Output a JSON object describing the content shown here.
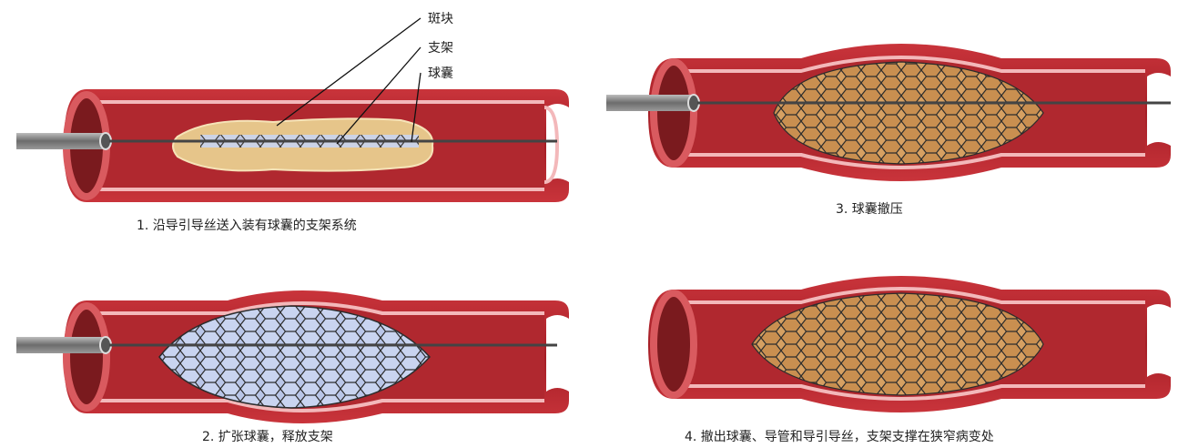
{
  "panels": [
    {
      "step": "1",
      "caption": "1. 沿导引导丝送入装有球囊的支架系统",
      "stage": "delivery"
    },
    {
      "step": "2",
      "caption": "2. 扩张球囊，释放支架",
      "stage": "balloon-expansion"
    },
    {
      "step": "3",
      "caption": "3. 球囊撤压",
      "stage": "balloon-deflation"
    },
    {
      "step": "4",
      "caption": "4. 撤出球囊、导管和导引导丝，支架支撑在狭窄病变处",
      "stage": "stent-remains"
    }
  ],
  "callouts": {
    "plaque": "斑块",
    "stent": "支架",
    "balloon": "球囊"
  },
  "colors": {
    "vessel_outer": "#b8242c",
    "vessel_inner": "#d95a5f",
    "vessel_highlight": "#f3b8ba",
    "lumen": "#7a1a1e",
    "plaque": "#e6c58a",
    "stent_mesh": "#2c2c2c",
    "balloon": "#b9c6e8",
    "catheter": "#7d7d7d"
  }
}
